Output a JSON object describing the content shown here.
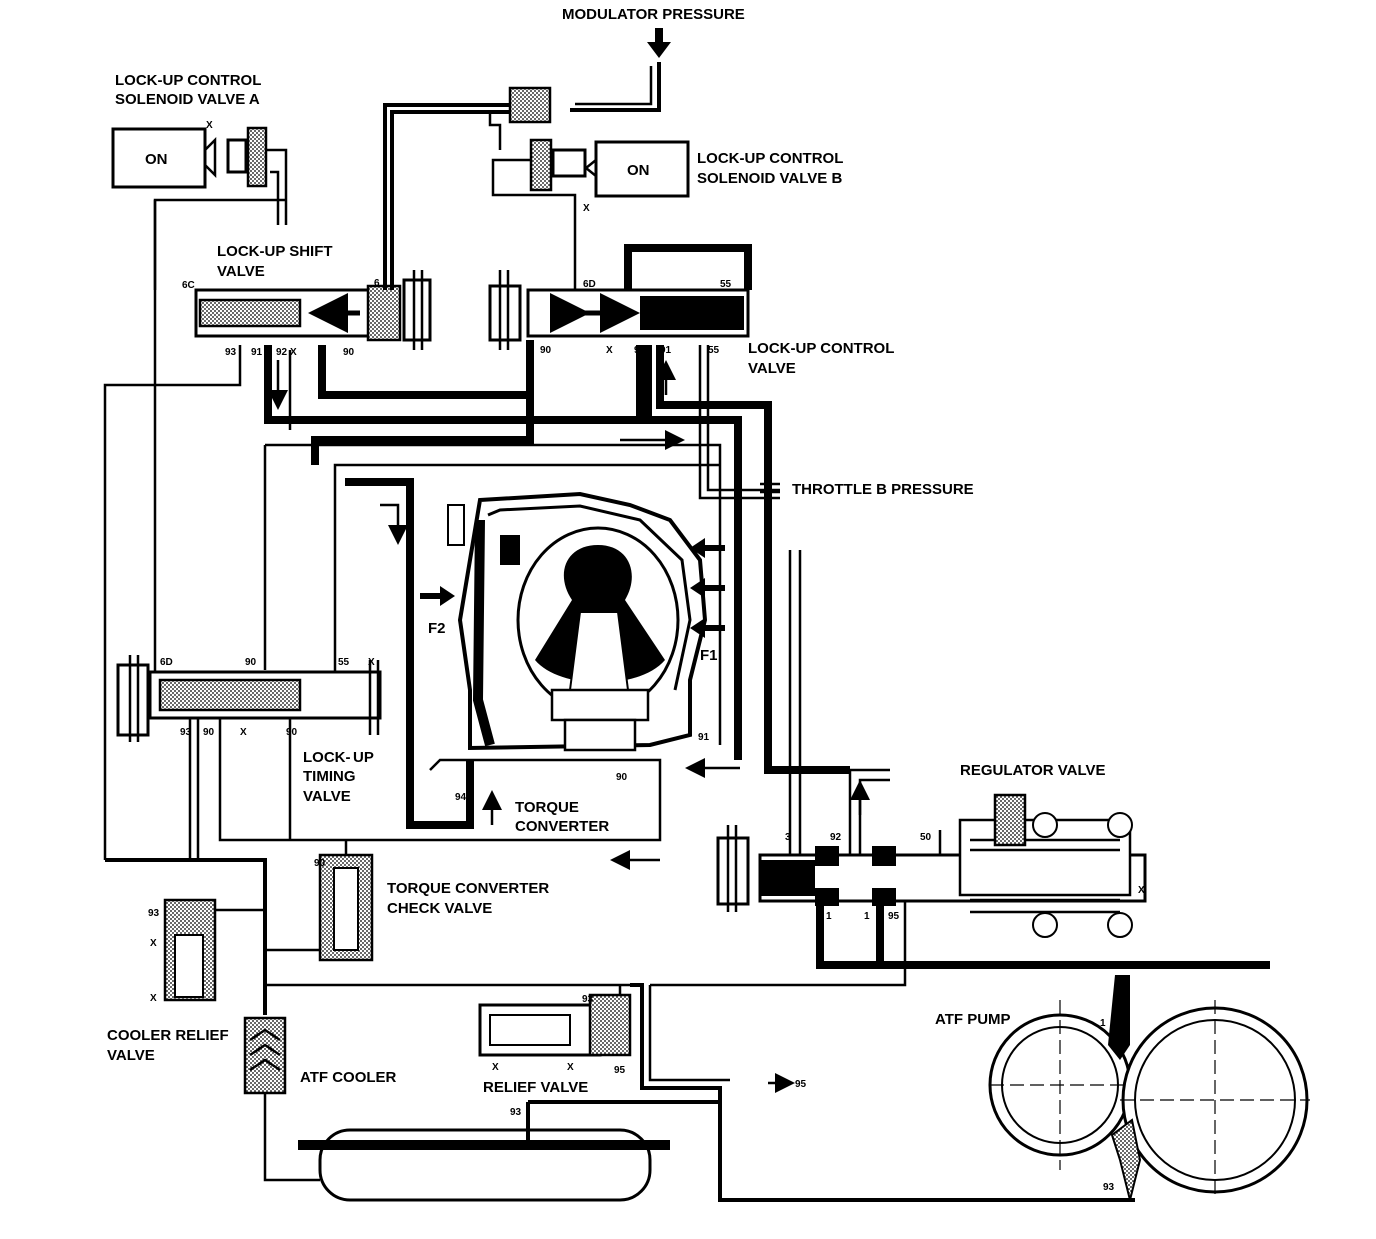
{
  "labels": {
    "modulator_pressure": "MODULATOR PRESSURE",
    "solenoid_a_line1": "LOCK-UP CONTROL",
    "solenoid_a_line2": "SOLENOID VALVE A",
    "solenoid_a_state": "ON",
    "solenoid_b_line1": "LOCK-UP CONTROL",
    "solenoid_b_line2": "SOLENOID VALVE B",
    "solenoid_b_state": "ON",
    "shift_valve_line1": "LOCK-UP SHIFT",
    "shift_valve_line2": "VALVE",
    "control_valve_line1": "LOCK-UP CONTROL",
    "control_valve_line2": "VALVE",
    "throttle_b": "THROTTLE B PRESSURE",
    "timing_valve_line1": "LOCK-",
    "timing_valve_line2": "UP",
    "timing_valve_line3": "TIMING",
    "timing_valve_line4": "VALVE",
    "torque_converter_line1": "TORQUE",
    "torque_converter_line2": "CONVERTER",
    "f1": "F1",
    "f2": "F2",
    "regulator_valve": "REGULATOR VALVE",
    "tc_check_valve_line1": "TORQUE CONVERTER",
    "tc_check_valve_line2": "CHECK VALVE",
    "cooler_relief_line1": "COOLER RELIEF",
    "cooler_relief_line2": "VALVE",
    "atf_cooler": "ATF COOLER",
    "relief_valve": "RELIEF VALVE",
    "atf_pump": "ATF PUMP"
  },
  "ports": {
    "p6c": "6C",
    "p6": "6",
    "p6d_top": "6D",
    "p55_top": "55",
    "p93": "93",
    "p91": "91",
    "p92": "92",
    "p90": "90",
    "px1": "X",
    "p90b": "90",
    "px2": "X",
    "p96": "96",
    "p91b": "91",
    "p55b": "55",
    "x_sol_a": "X",
    "x_sol_b": "X",
    "t6d": "6D",
    "t90": "90",
    "t55": "55",
    "tx": "X",
    "t93": "93",
    "t90b": "90",
    "tx2": "X",
    "t90c": "90",
    "tc91": "91",
    "tc94": "94",
    "tc90": "90",
    "cv90": "90",
    "cr93": "93",
    "crx1": "X",
    "crx2": "X",
    "r3": "3",
    "r92": "92",
    "r50": "50",
    "rx": "X",
    "r1a": "1",
    "r1b": "1",
    "r95": "95",
    "rv93": "93",
    "rvx1": "X",
    "rvx2": "X",
    "rv95": "95",
    "arrow95": "95",
    "sump93": "93",
    "pump1": "1",
    "pump93": "93"
  }
}
